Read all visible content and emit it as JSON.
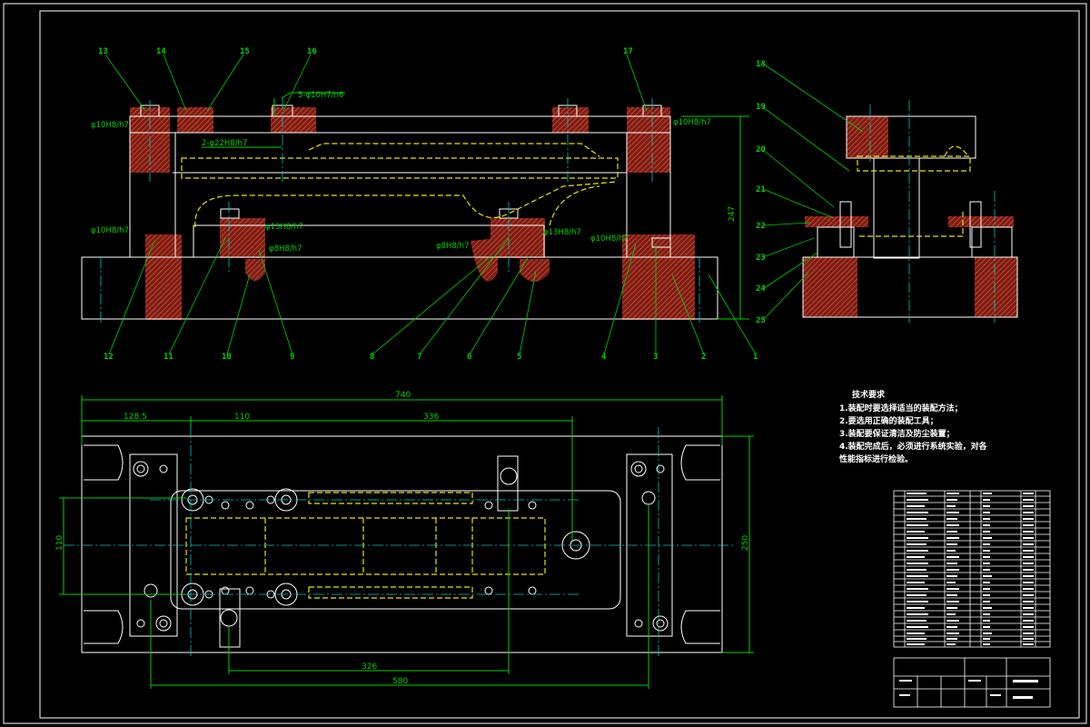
{
  "balloons_top": [
    "13",
    "14",
    "15",
    "16",
    "17"
  ],
  "balloons_right": [
    "18",
    "19",
    "20",
    "21",
    "22",
    "23",
    "24",
    "25"
  ],
  "balloons_bottom": [
    "12",
    "11",
    "10",
    "9",
    "8",
    "7",
    "6",
    "5",
    "4",
    "3",
    "2",
    "1"
  ],
  "fits": {
    "holes5": "5-φ10H7/n6",
    "holes2": "2-φ22H8/h7",
    "left_top": "φ10H8/h7",
    "right_top": "φ10H8/h7",
    "left_mid": "φ10H8/h7",
    "c13_left": "φ13H8/h7",
    "c8_left": "φ8H8/h7",
    "c8_right": "φ8H8/h7",
    "c13_right": "φ13H8/h7",
    "right_low": "φ10H8/h7"
  },
  "dims": {
    "height": "247",
    "overall_len": "740",
    "d1": "128.5",
    "d2": "110",
    "d3": "336",
    "width_left": "110",
    "width_right": "250",
    "bottom1": "326",
    "bottom2": "580"
  },
  "notes": {
    "title": "技术要求",
    "lines": [
      "1.装配时要选择适当的装配方法；",
      "2.要选用正确的装配工具；",
      "3.装配要保证清洁及防尘装置；",
      "4.装配完成后，必须进行系统实验，对各",
      "性能指标进行检验。"
    ]
  },
  "colors": {
    "outline": "#ffffff",
    "hatch": "#c8412c",
    "dimension": "#00d200",
    "center": "#00c8c8",
    "hidden": "#e6e600",
    "background": "#000000"
  }
}
